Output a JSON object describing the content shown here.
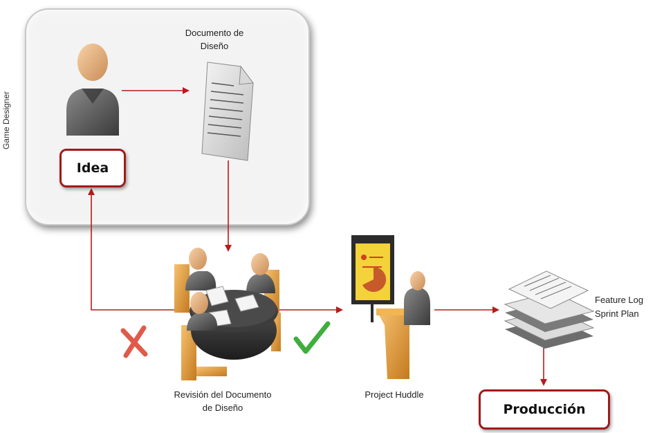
{
  "lane": {
    "label": "Game Designer"
  },
  "steps": {
    "idea": "Idea",
    "produccion": "Producción"
  },
  "captions": {
    "documento": [
      "Documento de",
      "Diseño"
    ],
    "revision": [
      "Revisión del Documento",
      "de Diseño"
    ],
    "huddle": "Project Huddle",
    "feature_log": "Feature Log",
    "sprint_plan": "Sprint Plan"
  },
  "icons": {
    "designer": "person-icon",
    "document": "document-icon",
    "meeting": "meeting-table-icon",
    "huddle": "presenter-easel-icon",
    "stack": "document-stack-icon",
    "reject": "x-mark-icon",
    "approve": "check-mark-icon"
  },
  "colors": {
    "arrow": "#b81a1a",
    "box_border": "#a01a1a",
    "reject": "#e05a4a",
    "approve": "#3fae3f",
    "wood": "#e8a33c"
  }
}
